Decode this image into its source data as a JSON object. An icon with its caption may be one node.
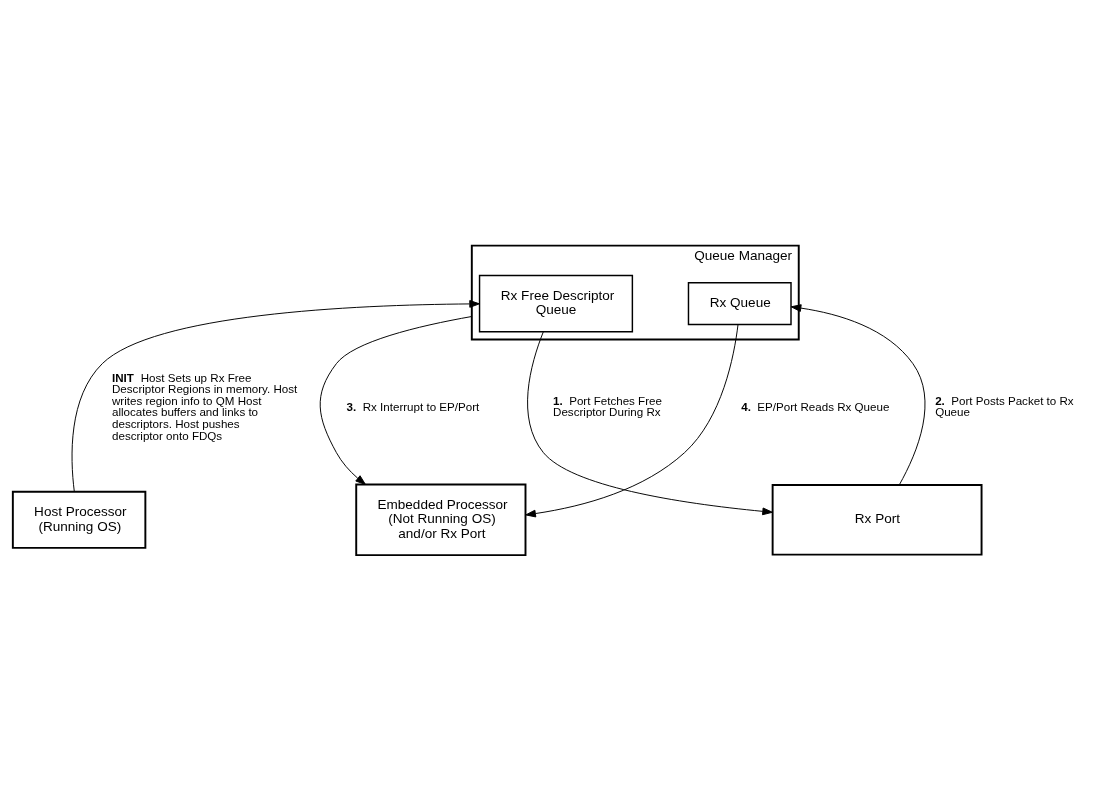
{
  "diagram": {
    "nodes": [
      {
        "text": [
          "Host Processor (Running OS)"
        ]
      },
      {
        "text": [
          "Embedded Processor (Not Running OS) and/or Rx Port"
        ]
      },
      {
        "text": [
          "Queue Manager"
        ]
      },
      {
        "text": [
          "Rx Free Descriptor Queue"
        ],
        "in": 2
      },
      {
        "text": [
          "Rx Queue"
        ],
        "in": 2
      },
      {
        "text": [
          "Rx Port"
        ]
      }
    ],
    "edges": [
      {
        "from": 0,
        "to": 3,
        "arrow": "to",
        "label": "**INIT** Host Sets up Rx Free Descriptor Regions in memory. Host writes region info to QM Host allocates buffers and links to descriptors. Host pushes descriptor onto FDQs"
      },
      {
        "from": 3,
        "to": 5,
        "arrow": "to",
        "label": "**1.** Port Fetches Free Descriptor During Rx"
      },
      {
        "from": 5,
        "to": 4,
        "arrow": "to",
        "label": "**2.** Port Posts Packet to Rx Queue"
      },
      {
        "from": 2,
        "to": 1,
        "arrow": "to",
        "label": "**3.** Rx Interrupt to EP/Port"
      },
      {
        "from": 4,
        "to": 1,
        "arrow": "to",
        "label": "**4.** EP/Port Reads Rx Queue"
      }
    ]
  }
}
